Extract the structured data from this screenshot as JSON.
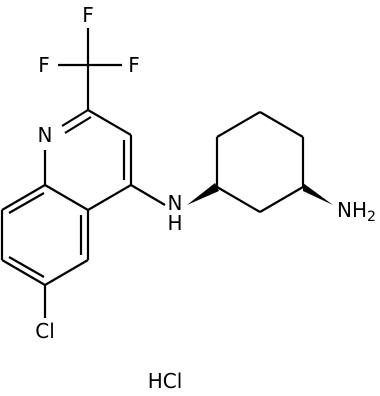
{
  "structure": {
    "atoms": {
      "fluorine_top": "F",
      "fluorine_left": "F",
      "fluorine_right": "F",
      "ring_nitrogen": "N",
      "amine_nh": "N",
      "amine_nh_h": "H",
      "chlorine": "Cl",
      "amine_nh2": "NH",
      "amine_nh2_subscript": "2"
    },
    "salt": "HCl"
  }
}
